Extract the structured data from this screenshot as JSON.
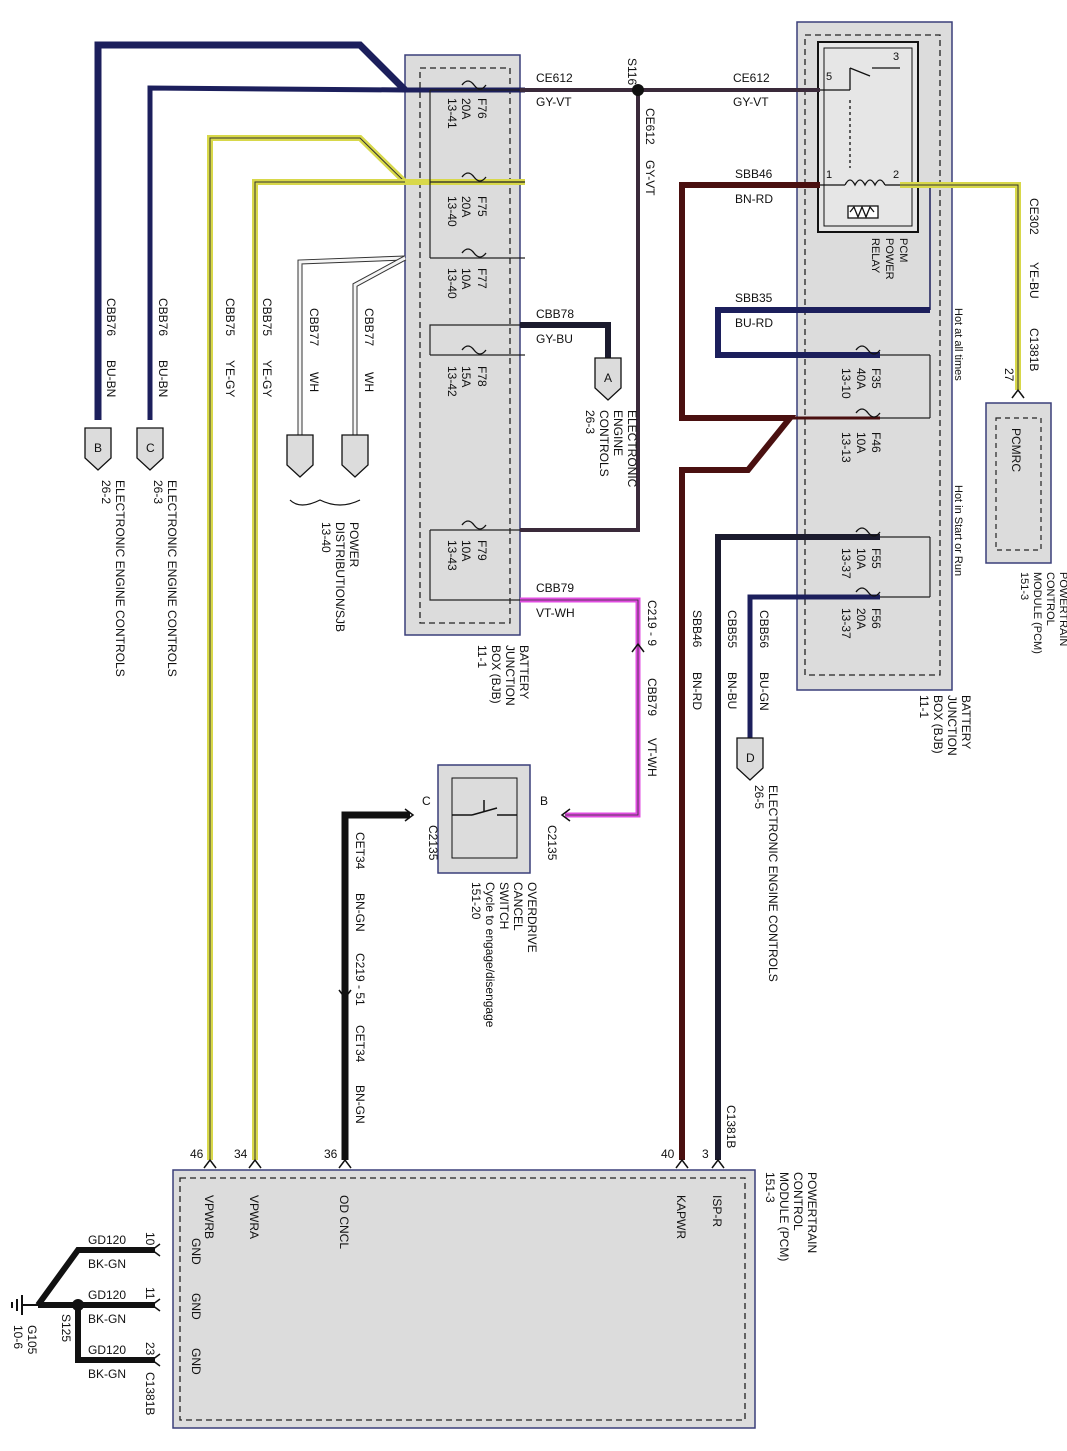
{
  "colors": {
    "bu_bn": "#1c1f5c",
    "ye_gy": "#d8d84a",
    "wh": "#f5f5f5",
    "gy_vt": "#3a2a3a",
    "gy_bu": "#1b1b2e",
    "vt_wh": "#e04ce0",
    "bn_rd": "#4a1010",
    "bu_rd": "#1c1f5c",
    "bn_bu": "#1b1b2e",
    "bu_gn": "#1c1f5c",
    "bn_gn": "#111111",
    "bk_gn": "#111111",
    "ye_bu": "#d8d84a",
    "box_fill": "#dcdcdc",
    "box_border": "#3a3f7a"
  },
  "bjb_left": {
    "title": [
      "BATTERY",
      "JUNCTION",
      "BOX (BJB)",
      "11-1"
    ],
    "fuses": [
      {
        "id": "F76",
        "amp": "20A",
        "ref": "13-41"
      },
      {
        "id": "F75",
        "amp": "20A",
        "ref": "13-40"
      },
      {
        "id": "F77",
        "amp": "10A",
        "ref": "13-40"
      },
      {
        "id": "F78",
        "amp": "15A",
        "ref": "13-42"
      },
      {
        "id": "F79",
        "amp": "10A",
        "ref": "13-43"
      }
    ]
  },
  "bjb_right": {
    "title": [
      "BATTERY",
      "JUNCTION",
      "BOX (BJB)",
      "11-1"
    ],
    "hot_all_times": "Hot at all times",
    "hot_start_run": "Hot in Start or Run",
    "fuses": [
      {
        "id": "F35",
        "amp": "40A",
        "ref": "13-10"
      },
      {
        "id": "F46",
        "amp": "10A",
        "ref": "13-13"
      },
      {
        "id": "F55",
        "amp": "10A",
        "ref": "13-37"
      },
      {
        "id": "F56",
        "amp": "20A",
        "ref": "13-37"
      }
    ],
    "relay": {
      "name": [
        "PCM",
        "POWER",
        "RELAY"
      ],
      "pins": [
        "5",
        "3",
        "1",
        "2"
      ]
    }
  },
  "splice_s116": "S116",
  "wires": {
    "ce612_a": {
      "circuit": "CE612",
      "color": "GY-VT"
    },
    "ce612_b": {
      "circuit": "CE612",
      "color": "GY-VT"
    },
    "ce612_c": {
      "circuit": "CE612",
      "color": "GY-VT"
    },
    "cbb78": {
      "circuit": "CBB78",
      "color": "GY-BU"
    },
    "cbb79": {
      "circuit": "CBB79",
      "color": "VT-WH"
    },
    "cbb79_b": {
      "circuit": "CBB79",
      "color": "VT-WH"
    },
    "sbb46": {
      "circuit": "SBB46",
      "color": "BN-RD"
    },
    "sbb46_b": {
      "circuit": "SBB46",
      "color": "BN-RD"
    },
    "sbb35": {
      "circuit": "SBB35",
      "color": "BU-RD"
    },
    "ce302": {
      "circuit": "CE302",
      "color": "YE-BU"
    },
    "cbb76_a": {
      "circuit": "CBB76",
      "color": "BU-BN"
    },
    "cbb76_b": {
      "circuit": "CBB76",
      "color": "BU-BN"
    },
    "cbb75_a": {
      "circuit": "CBB75",
      "color": "YE-GY"
    },
    "cbb75_b": {
      "circuit": "CBB75",
      "color": "YE-GY"
    },
    "cbb77_a": {
      "circuit": "CBB77",
      "color": "WH"
    },
    "cbb77_b": {
      "circuit": "CBB77",
      "color": "WH"
    },
    "cbb55": {
      "circuit": "CBB55",
      "color": "BN-BU"
    },
    "cbb56": {
      "circuit": "CBB56",
      "color": "BU-GN"
    },
    "cet34_a": {
      "circuit": "CET34",
      "color": "BN-GN"
    },
    "cet34_b": {
      "circuit": "CET34",
      "color": "BN-GN"
    },
    "gd120_a": {
      "circuit": "GD120",
      "color": "BK-GN"
    },
    "gd120_b": {
      "circuit": "GD120",
      "color": "BK-GN"
    },
    "gd120_c": {
      "circuit": "GD120",
      "color": "BK-GN"
    }
  },
  "connectors": {
    "c219_9": "C219 - 9",
    "c219_51": "C219 - 51",
    "c2135_b": "C2135",
    "c2135_c": "C2135",
    "c1381b_top": "C1381B",
    "c1381b_pcm": "C1381B",
    "c1381b_gnd": "C1381B"
  },
  "refs": {
    "b": {
      "letter": "B",
      "title": "ELECTRONIC ENGINE CONTROLS",
      "page": "26-2"
    },
    "c": {
      "letter": "C",
      "title": "ELECTRONIC ENGINE CONTROLS",
      "page": "26-3"
    },
    "a": {
      "letter": "A",
      "lines": [
        "ELECTRONIC",
        "ENGINE",
        "CONTROLS",
        "26-3"
      ]
    },
    "d": {
      "letter": "D",
      "title": "ELECTRONIC ENGINE CONTROLS",
      "page": "26-5"
    },
    "power_dist": {
      "lines": [
        "POWER",
        "DISTRIBUTION/SJB",
        "13-40"
      ]
    }
  },
  "pcmrc": {
    "label": "PCMRC",
    "pin": "27",
    "title": [
      "POWERTRAIN",
      "CONTROL",
      "MODULE (PCM)",
      "151-3"
    ]
  },
  "overdrive_switch": {
    "title": [
      "OVERDRIVE",
      "CANCEL",
      "SWITCH",
      "Cycle to engage/disengage",
      "151-20"
    ],
    "pin_b": "B",
    "pin_c": "C"
  },
  "pcm_main": {
    "title": [
      "POWERTRAIN",
      "CONTROL",
      "MODULE (PCM)",
      "151-3"
    ],
    "signals": [
      {
        "pin": "46",
        "name": "VPWRB"
      },
      {
        "pin": "34",
        "name": "VPWRA"
      },
      {
        "pin": "36",
        "name": "OD CNCL"
      },
      {
        "pin": "40",
        "name": "KAPWR"
      },
      {
        "pin": "3",
        "name": "ISP-R"
      }
    ],
    "grounds": [
      {
        "pin": "10",
        "name": "GND"
      },
      {
        "pin": "11",
        "name": "GND"
      },
      {
        "pin": "23",
        "name": "GND"
      }
    ]
  },
  "ground": {
    "splice": "S125",
    "id": "G105",
    "ref": "10-6"
  }
}
